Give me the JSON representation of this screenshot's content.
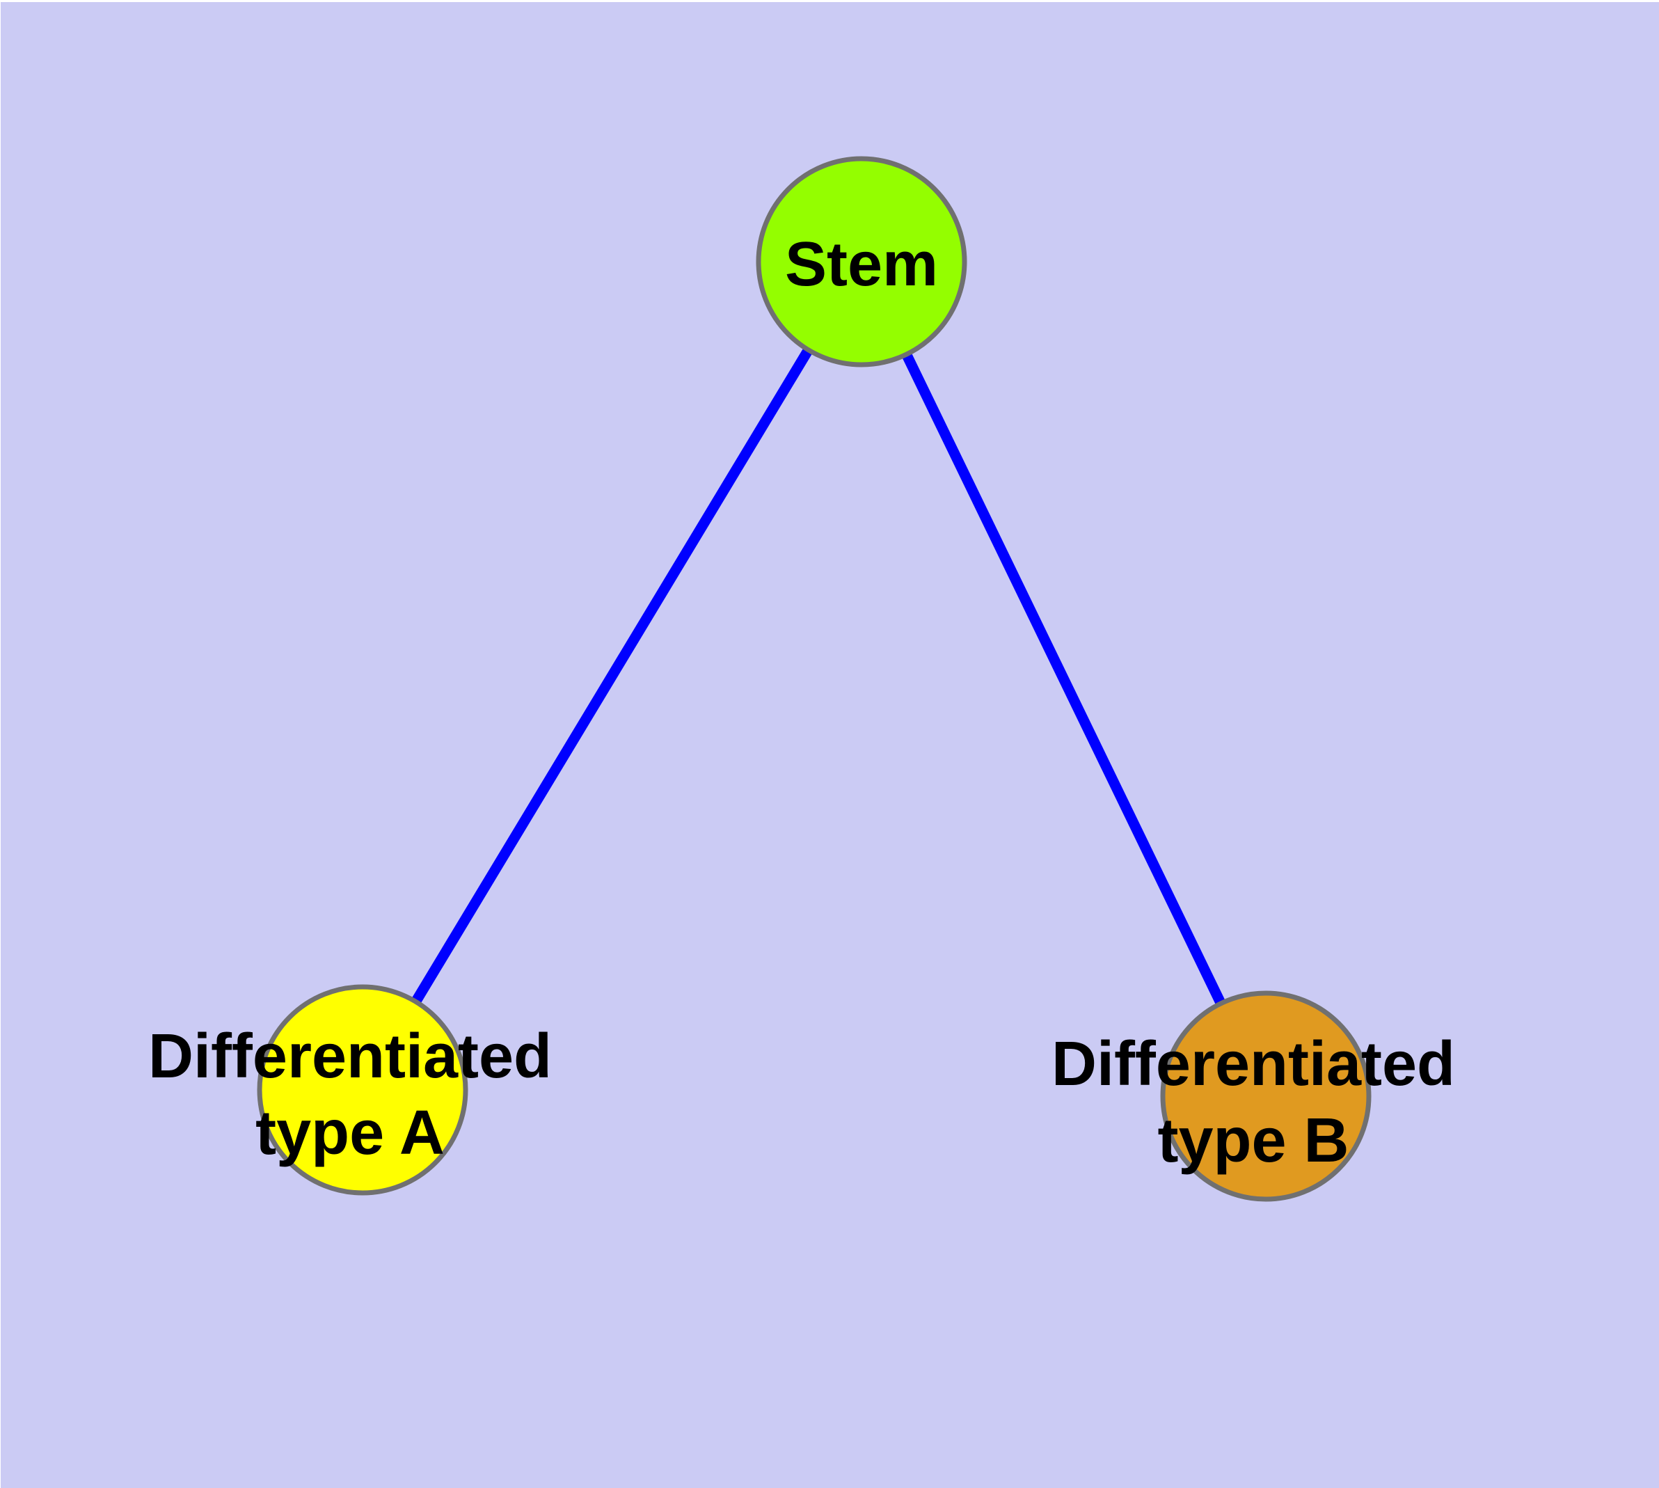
{
  "diagram": {
    "background_color": "#CBCBF4",
    "edge_color": "#0000FF",
    "node_border_color": "#707070",
    "label_color": "#000000",
    "nodes": [
      {
        "id": "stem",
        "color": "#94FE00",
        "label_lines": [
          "Stem"
        ]
      },
      {
        "id": "type_a",
        "color": "#FFFF00",
        "label_lines": [
          "Differentiated",
          "type A"
        ]
      },
      {
        "id": "type_b",
        "color": "#E09A20",
        "label_lines": [
          "Differentiated",
          "type B"
        ]
      }
    ],
    "edges": [
      {
        "from": "stem",
        "to": "type_a"
      },
      {
        "from": "stem",
        "to": "type_b"
      }
    ]
  }
}
